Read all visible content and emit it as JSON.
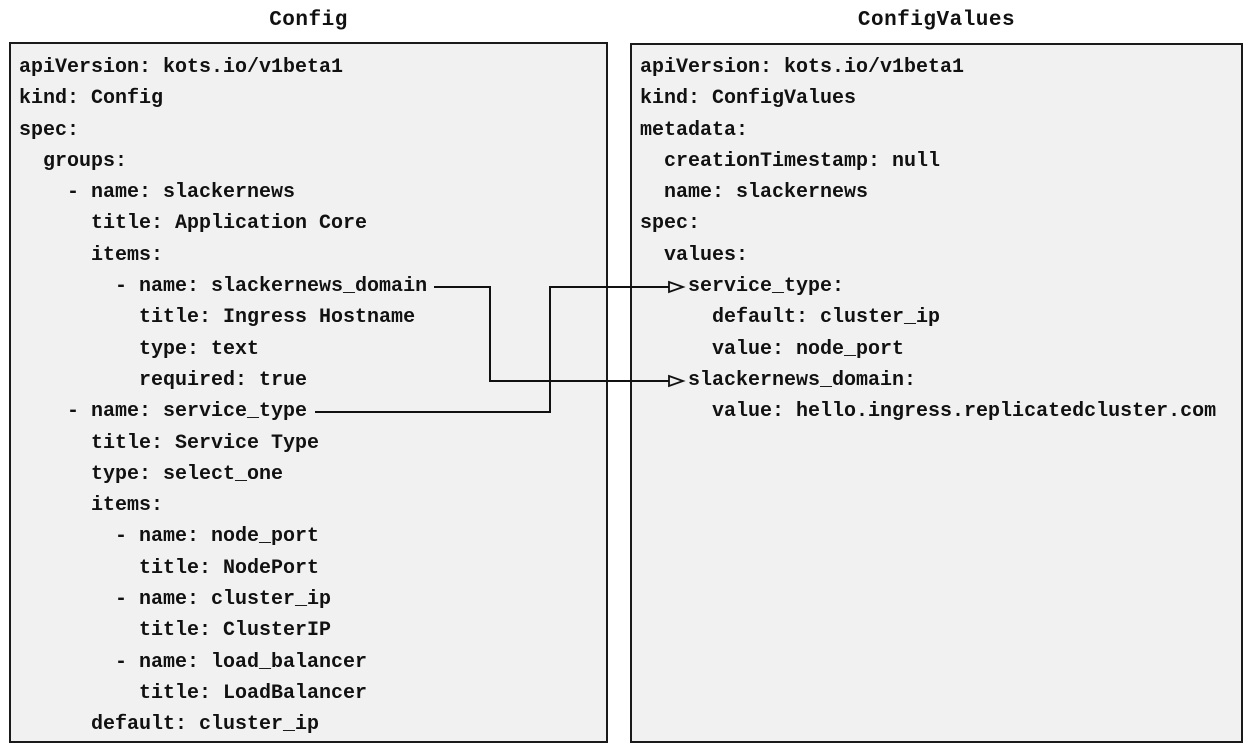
{
  "left_panel": {
    "title": "Config",
    "lines": [
      "apiVersion: kots.io/v1beta1",
      "kind: Config",
      "spec:",
      "  groups:",
      "    - name: slackernews",
      "      title: Application Core",
      "      items:",
      "        - name: slackernews_domain",
      "          title: Ingress Hostname",
      "          type: text",
      "          required: true",
      "    - name: service_type",
      "      title: Service Type",
      "      type: select_one",
      "      items:",
      "        - name: node_port",
      "          title: NodePort",
      "        - name: cluster_ip",
      "          title: ClusterIP",
      "        - name: load_balancer",
      "          title: LoadBalancer",
      "      default: cluster_ip"
    ]
  },
  "right_panel": {
    "title": "ConfigValues",
    "lines": [
      "apiVersion: kots.io/v1beta1",
      "kind: ConfigValues",
      "metadata:",
      "  creationTimestamp: null",
      "  name: slackernews",
      "spec:",
      "  values:",
      "    service_type:",
      "      default: cluster_ip",
      "      value: node_port",
      "    slackernews_domain:",
      "      value: hello.ingress.replicatedcluster.com"
    ]
  },
  "connections": [
    {
      "from": "Config item slackernews_domain",
      "to": "ConfigValues spec.values.slackernews_domain"
    },
    {
      "from": "Config item service_type",
      "to": "ConfigValues spec.values.service_type"
    }
  ],
  "colors": {
    "canvas_bg": "#ffffff",
    "panel_bg": "#f1f1f1",
    "panel_border": "#1a1a1a",
    "text": "#111111",
    "arrow": "#111111"
  }
}
